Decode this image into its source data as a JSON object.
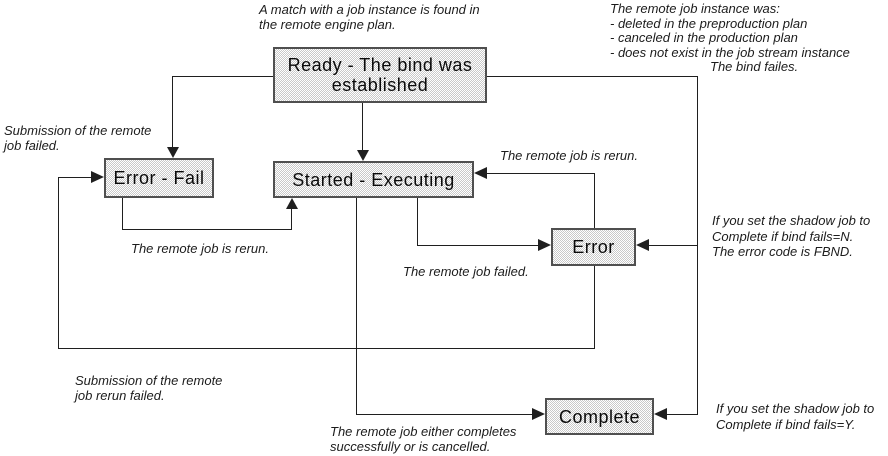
{
  "colors": {
    "background": "#ffffff",
    "node_fill": "#d8d8d8",
    "node_border": "#4f4f4f",
    "connector": "#1f1f1f",
    "text": "#000000"
  },
  "nodes": {
    "ready": {
      "label": "Ready - The bind was established"
    },
    "error_fail": {
      "label": "Error - Fail"
    },
    "started": {
      "label": "Started - Executing"
    },
    "error": {
      "label": "Error"
    },
    "complete": {
      "label": "Complete"
    }
  },
  "annotations": {
    "match_found": {
      "lines": [
        "A match with a job instance is found in",
        "the remote engine plan."
      ]
    },
    "instance_was": {
      "lines": [
        "The remote job instance was:",
        "- deleted in the preproduction plan",
        "- canceled in the production plan",
        "- does not exist in the job stream instance"
      ],
      "indented_line": "The bind failes."
    },
    "submission_failed": {
      "lines": [
        "Submission of the remote",
        "job failed."
      ]
    },
    "rerun_left": {
      "text": "The remote job is rerun."
    },
    "rerun_right": {
      "text": "The remote job is rerun."
    },
    "job_failed": {
      "text": "The remote job failed."
    },
    "bind_fails_n": {
      "lines": [
        "If you set the shadow job to",
        "Complete if bind fails=N.",
        "The error code is FBND."
      ]
    },
    "rerun_failed": {
      "lines": [
        "Submission of the remote",
        "job rerun failed."
      ]
    },
    "completes": {
      "lines": [
        "The remote job either completes",
        "successfully or is cancelled."
      ]
    },
    "bind_fails_y": {
      "lines": [
        "If you set the shadow job to",
        "Complete if bind fails=Y."
      ]
    }
  }
}
